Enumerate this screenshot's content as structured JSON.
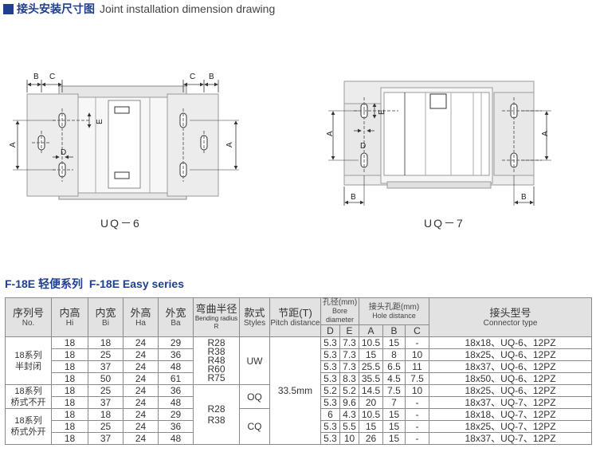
{
  "header": {
    "title_cn": "接头安装尺寸图",
    "title_en": "Joint installation dimension drawing"
  },
  "drawings": {
    "uq6": {
      "caption": "UQ－6",
      "labels": {
        "b": "B",
        "c": "C",
        "e": "E",
        "d": "D",
        "a": "A"
      }
    },
    "uq7": {
      "caption": "UQ－7",
      "labels": {
        "a": "A",
        "d": "D",
        "e": "E",
        "b": "B"
      }
    }
  },
  "series": {
    "title_cn": "F-18E 轻便系列",
    "title_en": "F-18E  Easy series"
  },
  "table": {
    "headers": {
      "no_cn": "序列号",
      "no_en": "No.",
      "hi_cn": "内高",
      "hi_en": "Hi",
      "bi_cn": "内宽",
      "bi_en": "Bi",
      "ha_cn": "外高",
      "ha_en": "Ha",
      "ba_cn": "外宽",
      "ba_en": "Ba",
      "radius_cn": "弯曲半径",
      "radius_en": "Bending radius R",
      "styles_cn": "款式",
      "styles_en": "Styles",
      "pitch_cn": "节距(T)",
      "pitch_en": "Pitch distance",
      "bore_cn": "孔径(mm)",
      "bore_en": "Bore diameter",
      "hole_cn": "接头孔距(mm)",
      "hole_en": "Hole distance",
      "connector_cn": "接头型号",
      "connector_en": "Connector type",
      "d": "D",
      "e": "E",
      "a": "A",
      "b": "B",
      "c": "C"
    },
    "groups": {
      "g1_line1": "18系列",
      "g1_line2": "半封闭",
      "g2_line1": "18系列",
      "g2_line2": "桥式不开",
      "g3_line1": "18系列",
      "g3_line2": "桥式外开"
    },
    "radius": {
      "r1": "R28",
      "r2": "R38",
      "r3": "R48",
      "r4": "R60",
      "r5": "R75",
      "r6": "R28",
      "r7": "R38"
    },
    "styles": {
      "s1": "UW",
      "s2": "OQ",
      "s3": "CQ"
    },
    "pitch": "33.5mm",
    "rows": [
      {
        "hi": "18",
        "bi": "18",
        "ha": "24",
        "ba": "29",
        "d": "5.3",
        "e": "7.3",
        "a": "10.5",
        "b": "15",
        "c": "-",
        "conn": "18x18、UQ-6、12PZ"
      },
      {
        "hi": "18",
        "bi": "25",
        "ha": "24",
        "ba": "36",
        "d": "5.3",
        "e": "7.3",
        "a": "15",
        "b": "8",
        "c": "10",
        "conn": "18x25、UQ-6、12PZ"
      },
      {
        "hi": "18",
        "bi": "37",
        "ha": "24",
        "ba": "48",
        "d": "5.3",
        "e": "7.3",
        "a": "25.5",
        "b": "6.5",
        "c": "11",
        "conn": "18x37、UQ-6、12PZ"
      },
      {
        "hi": "18",
        "bi": "50",
        "ha": "24",
        "ba": "61",
        "d": "5.3",
        "e": "8.3",
        "a": "35.5",
        "b": "4.5",
        "c": "7.5",
        "conn": "18x50、UQ-6、12PZ"
      },
      {
        "hi": "18",
        "bi": "25",
        "ha": "24",
        "ba": "36",
        "d": "5.2",
        "e": "5.2",
        "a": "14.5",
        "b": "7.5",
        "c": "10",
        "conn": "18x25、UQ-6、12PZ"
      },
      {
        "hi": "18",
        "bi": "37",
        "ha": "24",
        "ba": "48",
        "d": "5.3",
        "e": "9.6",
        "a": "20",
        "b": "7",
        "c": "-",
        "conn": "18x37、UQ-7、12PZ"
      },
      {
        "hi": "18",
        "bi": "18",
        "ha": "24",
        "ba": "29",
        "d": "6",
        "e": "4.3",
        "a": "10.5",
        "b": "15",
        "c": "-",
        "conn": "18x18、UQ-7、12PZ"
      },
      {
        "hi": "18",
        "bi": "25",
        "ha": "24",
        "ba": "36",
        "d": "5.3",
        "e": "5.5",
        "a": "15",
        "b": "15",
        "c": "-",
        "conn": "18x25、UQ-7、12PZ"
      },
      {
        "hi": "18",
        "bi": "37",
        "ha": "24",
        "ba": "48",
        "d": "5.3",
        "e": "10",
        "a": "26",
        "b": "15",
        "c": "-",
        "conn": "18x37、UQ-7、12PZ"
      }
    ]
  }
}
